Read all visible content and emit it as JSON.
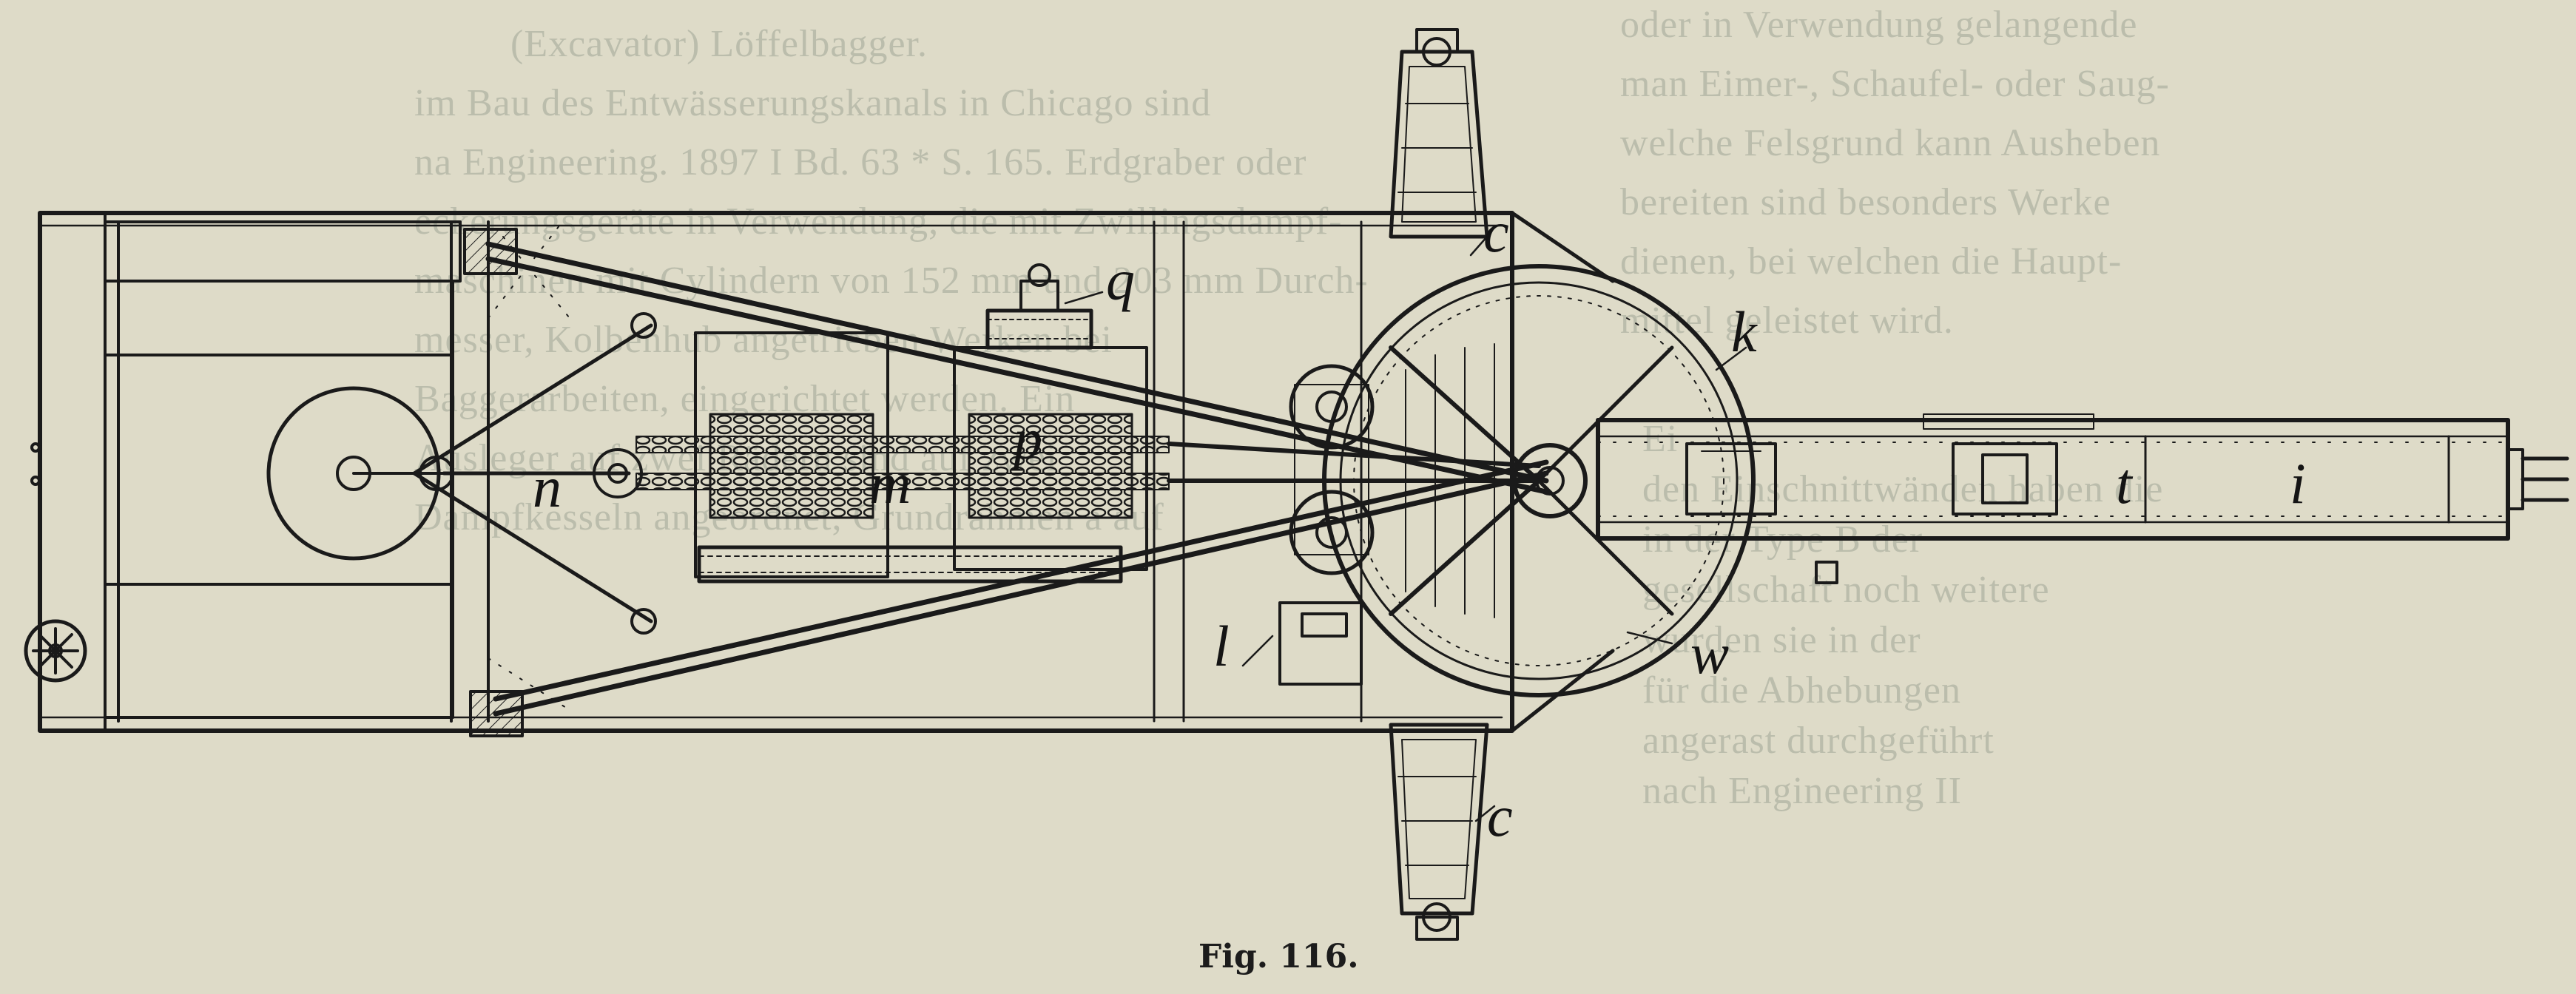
{
  "background_text": {
    "left_column": [
      "(Excavator) Löffelbagger.",
      "im Bau des Entwässerungskanals in Chicago sind",
      "na Engineering. 1897 I Bd. 63 * S. 165. Erdgraber oder",
      "eckerungsgeräte in Verwendung, die mit Zwillingsdampf-",
      "maschinen mit Cylindern von 152 mm und 203 mm Durch-",
      "messer, Kolbenhub angetrieben Werken bei",
      "Baggerarbeiten, eingerichtet werden. Ein",
      "Ausleger auf zwei Rädern sind auf zwei",
      "Dampfkesseln angeordnet, Grundrahmen a auf"
    ],
    "right_column": [
      "oder in Verwendung gelangende",
      "man Eimer-, Schaufel- oder Saug-",
      "welche Felsgrund kann Ausheben",
      "bereiten sind besonders Werke",
      "dienen, bei welchen die Haupt-",
      "mittel geleistet wird."
    ],
    "right_column_lower": [
      "Ei",
      "den Einschnittwänden haben die",
      "in der Type B der",
      "gesellschaft noch weitere",
      "wurden sie in der",
      "für die Abhebungen",
      "angerast durchgeführt",
      "nach Engineering II"
    ]
  },
  "figure": {
    "caption": "Fig. 116.",
    "labels": {
      "c_top": "c",
      "q": "q",
      "k": "k",
      "n": "n",
      "m": "m",
      "p": "p",
      "t": "t",
      "i": "i",
      "l": "l",
      "w": "w",
      "c_bottom": "c"
    },
    "colors": {
      "ink": "#1a1a1a",
      "paper": "#dedbc8",
      "ghost": "#b6b8a8"
    }
  }
}
